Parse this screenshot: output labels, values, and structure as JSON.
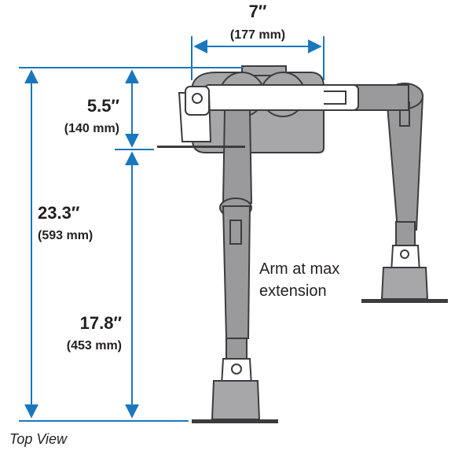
{
  "dimensions": {
    "width": {
      "imperial": "7″",
      "metric": "(177 mm)"
    },
    "depth": {
      "imperial": "5.5″",
      "metric": "(140 mm)"
    },
    "overall_length": {
      "imperial": "23.3″",
      "metric": "(593 mm)"
    },
    "arm_length": {
      "imperial": "17.8″",
      "metric": "(453 mm)"
    }
  },
  "annotation": {
    "line1": "Arm at max",
    "line2": "extension"
  },
  "caption": "Top View",
  "colors": {
    "dimension_arrow": "#1a77bd",
    "dimension_text": "#231f20",
    "arm_fill": "#9a9a9c",
    "arm_stroke": "#3c3c3e",
    "base_fill": "#a7a7a9",
    "white_part": "#ffffff"
  }
}
